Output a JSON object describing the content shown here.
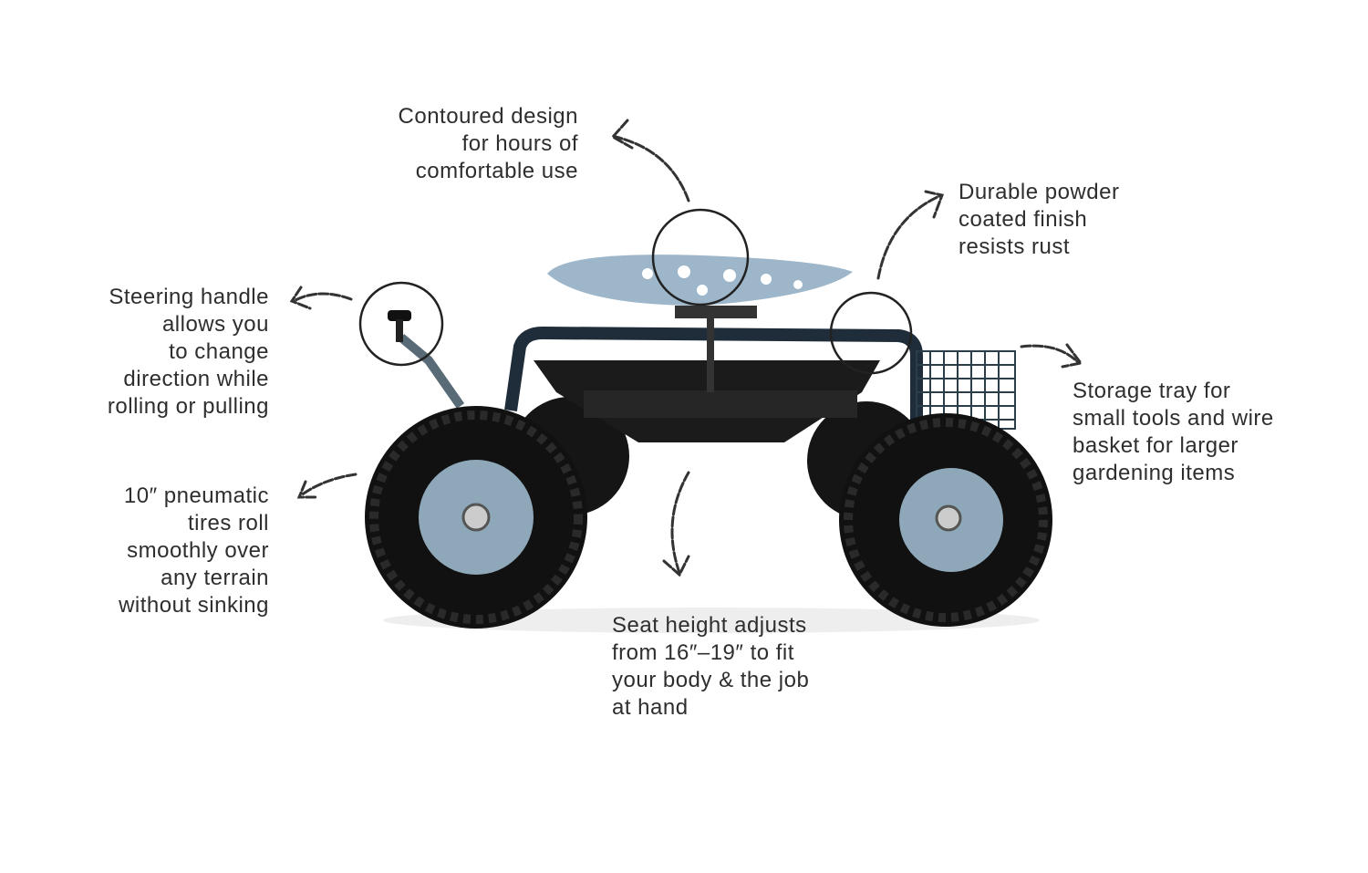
{
  "callouts": {
    "seat": [
      "Contoured design",
      "for hours of",
      "comfortable use"
    ],
    "finish": [
      "Durable powder",
      "coated finish",
      "resists rust"
    ],
    "steering": [
      "Steering handle",
      "allows you",
      "to change",
      "direction while",
      "rolling or pulling"
    ],
    "storage": [
      "Storage tray for",
      "small tools and wire",
      "basket for larger",
      "gardening items"
    ],
    "tires": [
      "10″ pneumatic",
      "tires roll",
      "smoothly over",
      "any terrain",
      "without sinking"
    ],
    "height": [
      "Seat height adjusts",
      "from 16″–19″ to fit",
      "your body & the job",
      "at hand"
    ]
  },
  "colors": {
    "text": "#2e2e2e",
    "frame": "#1f2d3a",
    "seat": "#9db6c9",
    "hub": "#8ea8ba",
    "tire": "#111111"
  }
}
